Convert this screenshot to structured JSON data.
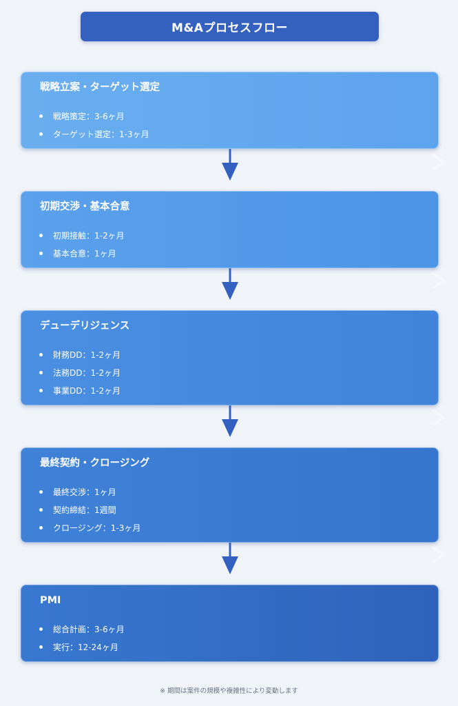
{
  "title": "M&Aプロセスフロー",
  "steps": [
    {
      "title": "戦略立案・ターゲット選定",
      "items": [
        "戦略策定：3-6ヶ月",
        "ターゲット選定：1-3ヶ月"
      ]
    },
    {
      "title": "初期交渉・基本合意",
      "items": [
        "初期接触：1-2ヶ月",
        "基本合意：1ヶ月"
      ]
    },
    {
      "title": "デューデリジェンス",
      "items": [
        "財務DD：1-2ヶ月",
        "法務DD：1-2ヶ月",
        "事業DD：1-2ヶ月"
      ]
    },
    {
      "title": "最終契約・クロージング",
      "items": [
        "最終交渉：1ヶ月",
        "契約締結：1週間",
        "クロージング：1-3ヶ月"
      ]
    },
    {
      "title": "PMI",
      "items": [
        "総合計画：3-6ヶ月",
        "実行：12-24ヶ月"
      ]
    }
  ],
  "footnote": "※ 期間は案件の規模や複雑性により変動します",
  "colors": {
    "title_bg": "#3461c0",
    "arrow": "#3461c0",
    "background": "#f0f3f8"
  }
}
